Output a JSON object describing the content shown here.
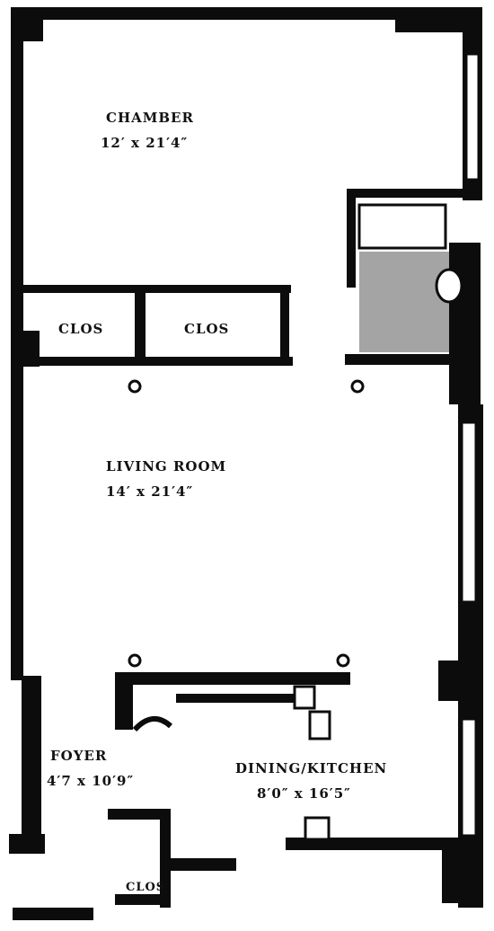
{
  "rooms": {
    "chamber": {
      "name": "CHAMBER",
      "size": "12′ x 21′4″"
    },
    "living": {
      "name": "LIVING ROOM",
      "size": "14′ x 21′4″"
    },
    "foyer": {
      "name": "FOYER",
      "size": "4′7 x 10′9″"
    },
    "dining": {
      "name": "DINING/KITCHEN",
      "size": "8′0″ x 16′5″"
    }
  },
  "closets": {
    "left": "CLOS",
    "right": "CLOS",
    "bottom": "CLOS"
  },
  "colors": {
    "ink": "#0c0c0c",
    "paper": "#ffffff"
  }
}
